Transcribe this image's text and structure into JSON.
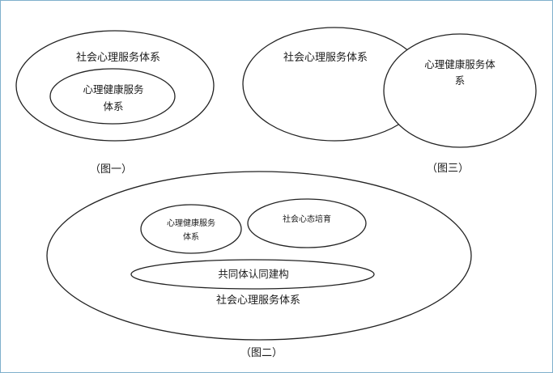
{
  "figure_one": {
    "outer_label": "社会心理服务体系",
    "inner_label_line1": "心理健康服务",
    "inner_label_line2": "体系",
    "caption": "（图一）"
  },
  "figure_three": {
    "left_label": "社会心理服务体系",
    "right_label_line1": "心理健康服务体",
    "right_label_line2": "系",
    "caption": "（图三）"
  },
  "figure_two": {
    "small_left_line1": "心理健康服务",
    "small_left_line2": "体系",
    "small_right": "社会心态培育",
    "bar_label": "共同体认同建构",
    "outer_label": "社会心理服务体系",
    "caption": "（图二）"
  }
}
